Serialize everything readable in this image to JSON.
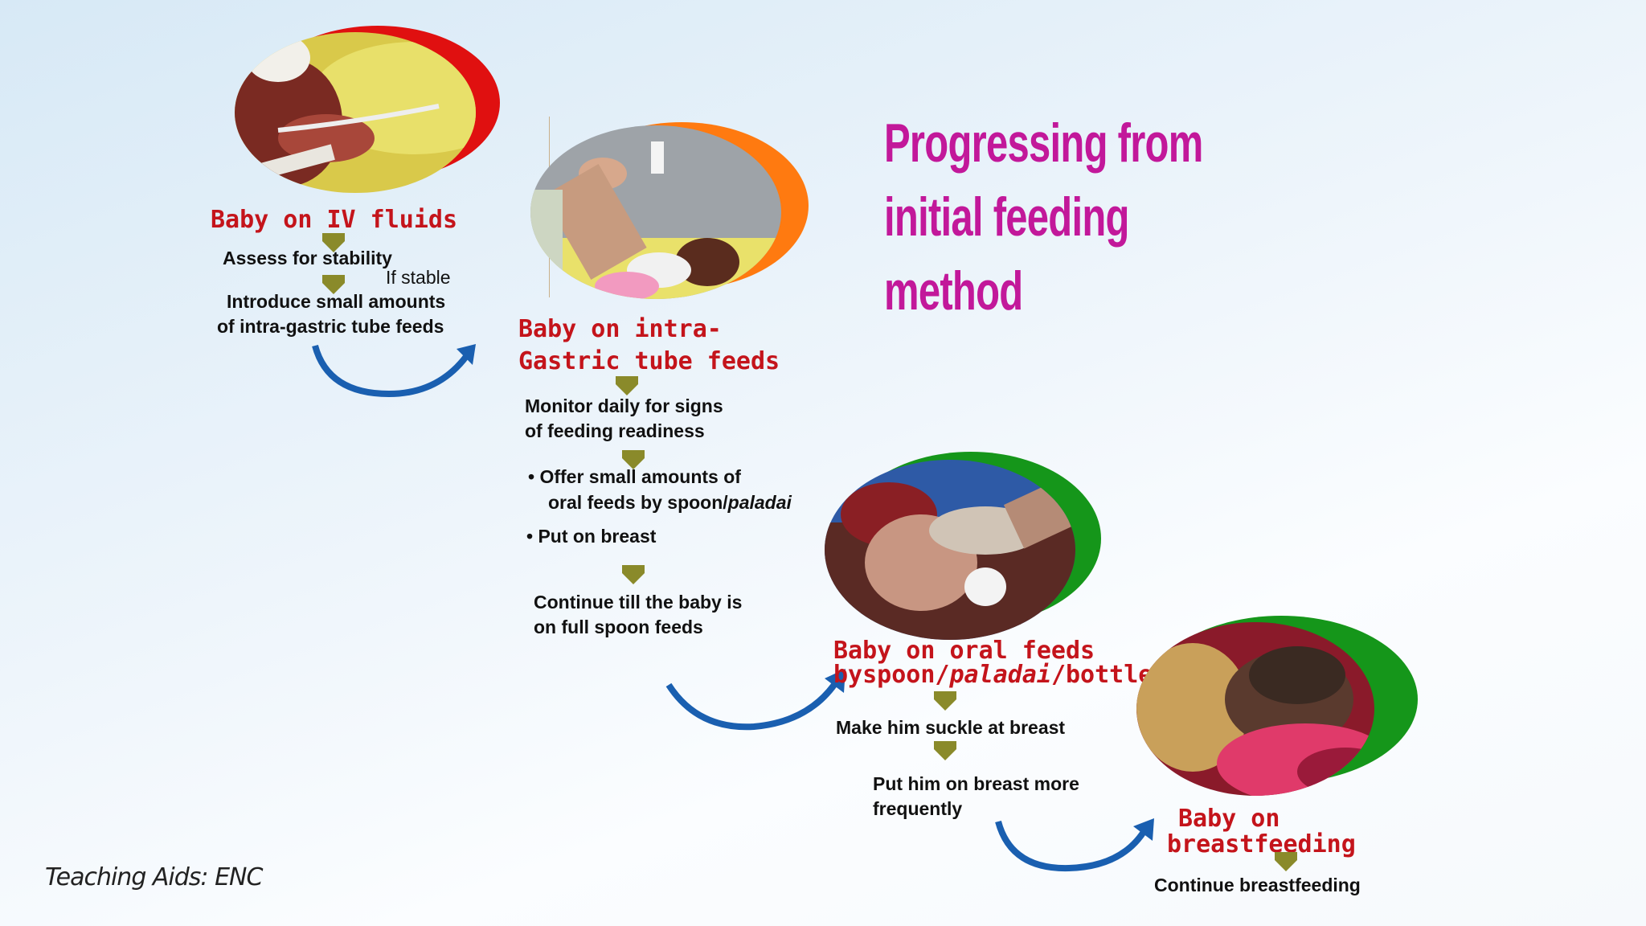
{
  "title": {
    "line1": "Progressing from initial feeding",
    "line2": "method"
  },
  "colors": {
    "title": "#c2189a",
    "stage_heading": "#c4141b",
    "arrow_down": "#8a8a2a",
    "curve_arrow": "#1a5fb0",
    "ring_iv": "#e01010",
    "ring_tube": "#ff7a10",
    "ring_oral": "#15961a",
    "ring_breast": "#15961a"
  },
  "stages": [
    {
      "heading": "Baby on IV fluids",
      "steps": [
        "Assess for stability",
        "If stable",
        "Introduce small amounts",
        "of intra-gastric tube feeds"
      ],
      "photo_icon": "baby-on-iv-photo"
    },
    {
      "heading_line1": "Baby on intra-",
      "heading_line2": "Gastric tube feeds",
      "steps": [
        "Monitor daily for signs",
        "of feeding readiness",
        "• Offer small amounts of",
        "oral  feeds by spoon/",
        "paladai",
        "• Put on breast",
        "Continue till the baby is",
        "on full spoon feeds"
      ],
      "photo_icon": "baby-tube-feed-photo"
    },
    {
      "heading_line1": "Baby on oral feeds",
      "heading_line2_a": "byspoon/",
      "heading_line2_b": "paladai",
      "heading_line2_c": "/bottle",
      "steps": [
        "Make him suckle at breast",
        "Put him on breast more",
        "frequently"
      ],
      "photo_icon": "baby-oral-feed-photo"
    },
    {
      "heading_line1": "Baby on",
      "heading_line2": "breastfeeding",
      "steps": [
        "Continue breastfeeding"
      ],
      "photo_icon": "baby-breastfeeding-photo"
    }
  ],
  "footer": "Teaching Aids: ENC"
}
